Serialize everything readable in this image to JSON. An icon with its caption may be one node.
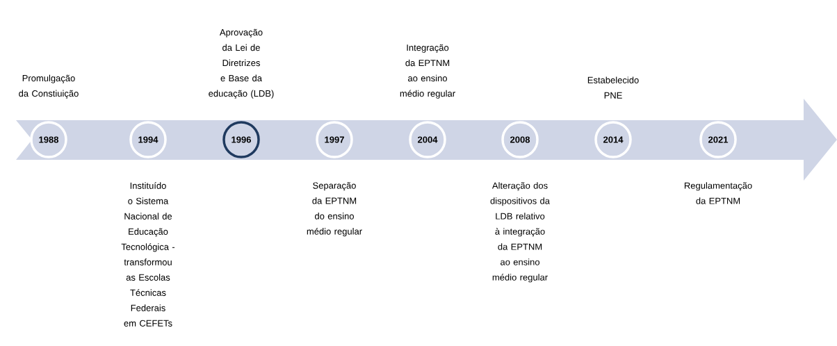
{
  "diagram": {
    "nodes": [
      {
        "text": [
          "1988"
        ],
        "beside": [
          "Promulgação da Constiuição"
        ]
      },
      {
        "text": [
          "1994"
        ],
        "beside": [
          "Instituído o Sistema Nacional de Educação Tecnológica - transformou as Escolas Técnicas Federais em CEFETs"
        ]
      },
      {
        "text": [
          "1996"
        ],
        "beside": [
          "Aprovação da Lei de Diretrizes e Base da educação (LDB)"
        ]
      },
      {
        "text": [
          "1997"
        ],
        "beside": [
          "Separação da EPTNM do ensino médio regular"
        ]
      },
      {
        "text": [
          "2004"
        ],
        "beside": [
          "Integração da EPTNM ao ensino médio regular"
        ]
      },
      {
        "text": [
          "2008"
        ],
        "beside": [
          "Alteração dos dispositivos da LDB relativo à integração da EPTNM ao ensino médio regular"
        ]
      },
      {
        "text": [
          "2014"
        ],
        "beside": [
          "Estabelecido PNE"
        ]
      },
      {
        "text": [
          "2021"
        ],
        "beside": [
          "Regulamentação da EPTNM"
        ]
      }
    ]
  }
}
